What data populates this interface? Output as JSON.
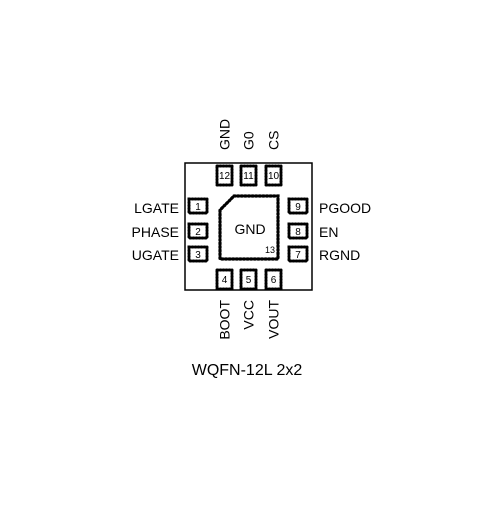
{
  "package_name": "WQFN-12L 2x2",
  "center_pad": {
    "label": "GND",
    "number": "13"
  },
  "pins": {
    "left": [
      {
        "number": "1",
        "name": "LGATE"
      },
      {
        "number": "2",
        "name": "PHASE"
      },
      {
        "number": "3",
        "name": "UGATE"
      }
    ],
    "bottom": [
      {
        "number": "4",
        "name": "BOOT"
      },
      {
        "number": "5",
        "name": "VCC"
      },
      {
        "number": "6",
        "name": "VOUT"
      }
    ],
    "right": [
      {
        "number": "7",
        "name": "RGND"
      },
      {
        "number": "8",
        "name": "EN"
      },
      {
        "number": "9",
        "name": "PGOOD"
      }
    ],
    "top": [
      {
        "number": "10",
        "name": "CS"
      },
      {
        "number": "11",
        "name": "G0"
      },
      {
        "number": "12",
        "name": "GND"
      }
    ]
  }
}
